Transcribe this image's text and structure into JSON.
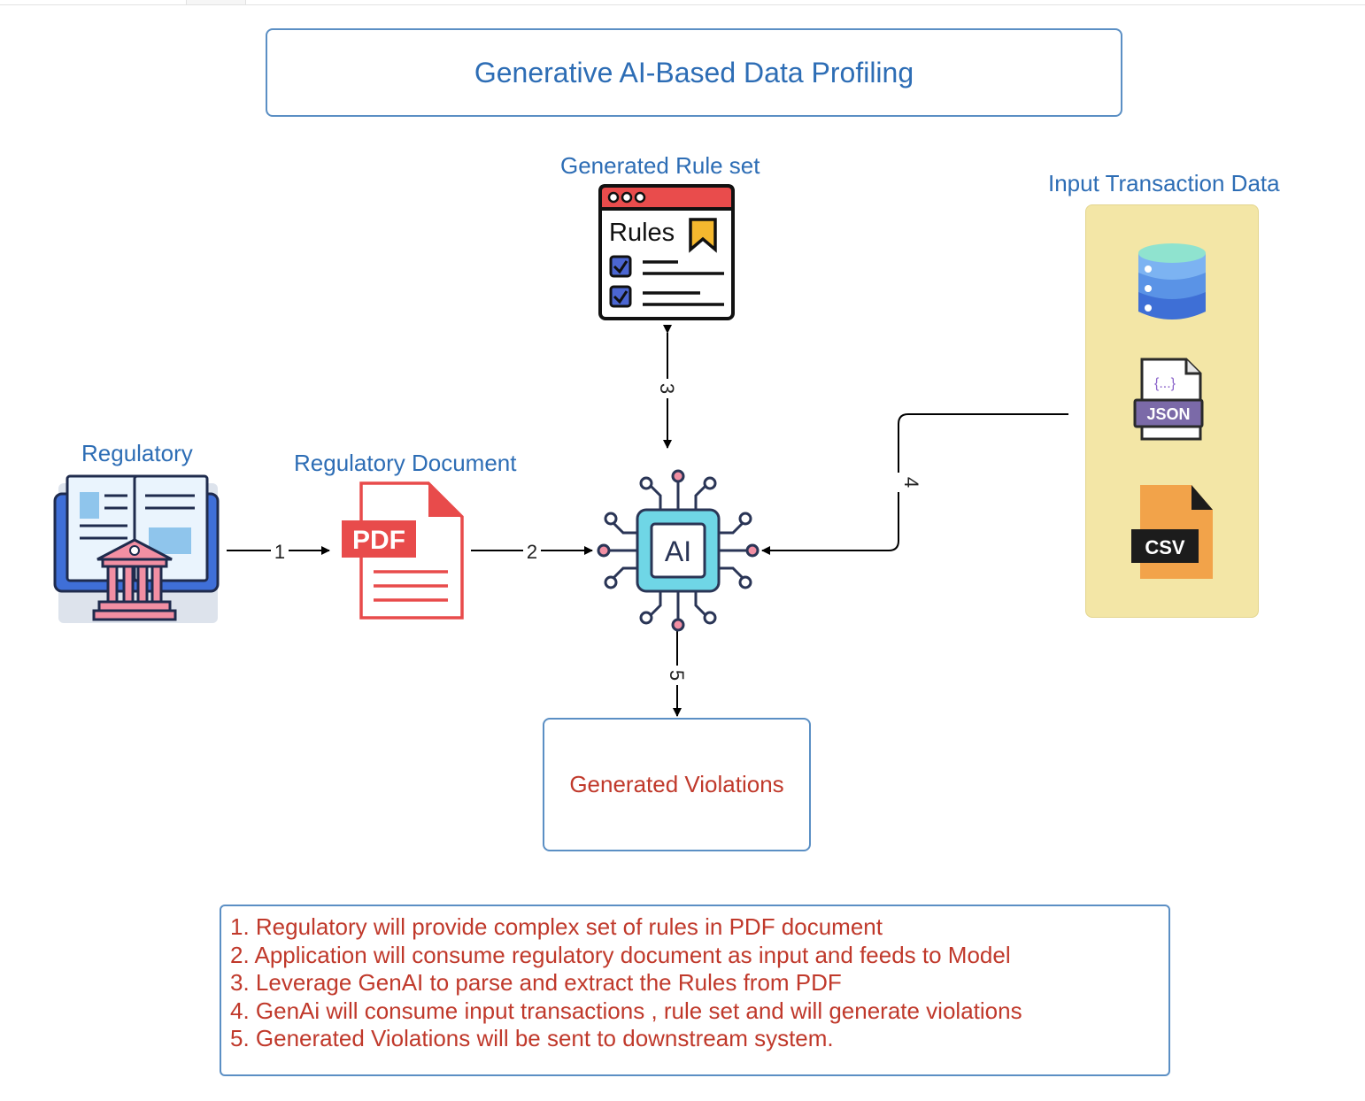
{
  "title": "Generative AI-Based Data Profiling",
  "labels": {
    "rule_set": "Generated Rule set",
    "input_data": "Input Transaction Data",
    "regulatory": "Regulatory",
    "regulatory_document": "Regulatory Document",
    "violations": "Generated Violations"
  },
  "icons": {
    "rules_text": "Rules",
    "pdf_text": "PDF",
    "ai_text": "AI",
    "json_text": "JSON",
    "json_braces": "{...}",
    "csv_text": "CSV"
  },
  "arrows": [
    "1",
    "2",
    "3",
    "4",
    "5"
  ],
  "notes": [
    "1.  Regulatory will provide complex set of rules in PDF document",
    "2.  Application will consume regulatory document as input and feeds to Model",
    "3.  Leverage GenAI to parse and extract the Rules from PDF",
    "4.  GenAi will consume input transactions , rule set and will generate violations",
    "5.  Generated Violations will be sent to downstream system."
  ],
  "colors": {
    "label_blue": "#2d6db5",
    "note_red": "#c0392b",
    "panel_yellow": "#f3e6a6"
  }
}
